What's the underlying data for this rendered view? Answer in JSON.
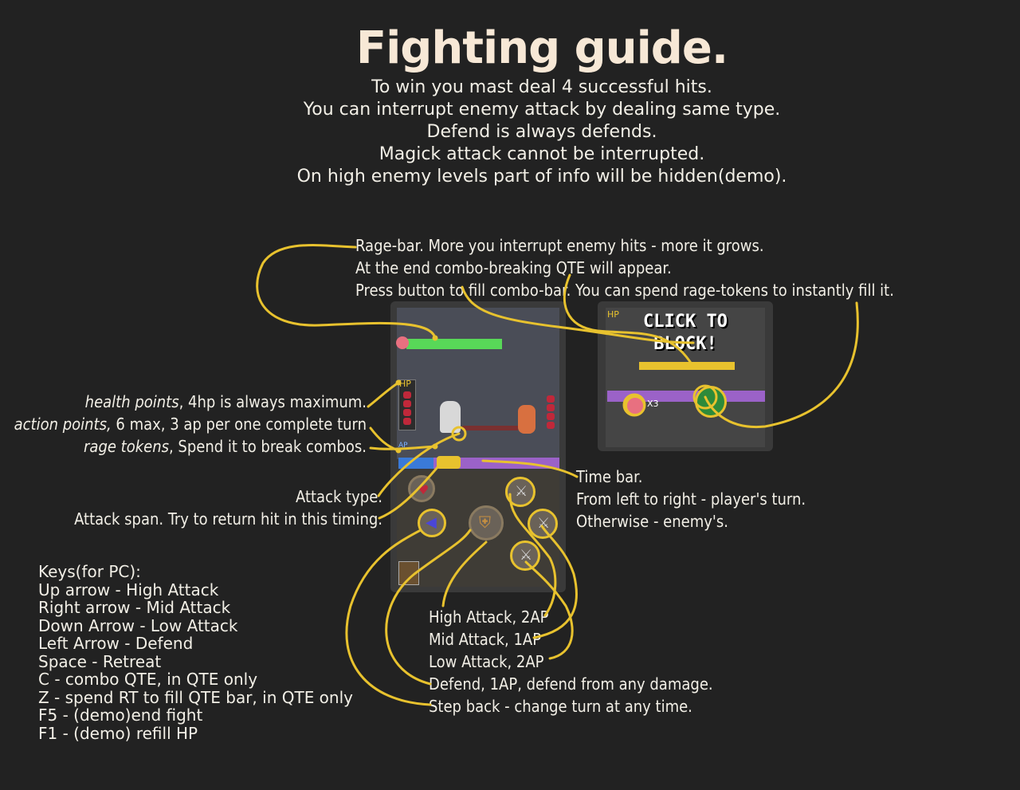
{
  "title": "Fighting guide.",
  "intro": [
    "To win you mast deal 4 successful hits.",
    "You can interrupt enemy attack by dealing same type.",
    "Defend is always defends.",
    "Magick attack cannot be interrupted.",
    "On high enemy levels part of info will be hidden(demo)."
  ],
  "rage": {
    "line1": "Rage-bar. More you interrupt enemy hits - more it grows.",
    "line2": "At the end combo-breaking QTE will appear.",
    "line3": "Press button to fill combo-bar. You can spend rage-tokens to instantly fill it."
  },
  "stats": {
    "hp_em": "health points",
    "hp_rest": ", 4hp is always maximum.",
    "ap_em": "action points,",
    "ap_rest": " 6 max, 3 ap per one complete turn",
    "rt_em": "rage tokens",
    "rt_rest": ", Spend it to break combos."
  },
  "attack": {
    "type": "Attack type.",
    "span": "Attack span. Try to return hit in this timing."
  },
  "time": {
    "line1": "Time bar.",
    "line2": "From left to right - player's turn.",
    "line3": "Otherwise - enemy's."
  },
  "actions": [
    "High Attack, 2AP",
    "Mid Attack, 1AP",
    "Low Attack, 2AP",
    "Defend, 1AP, defend from any damage.",
    "Step back - change turn at any time."
  ],
  "keys": [
    "Keys(for PC):",
    "Up arrow - High Attack",
    "Right arrow - Mid Attack",
    "Down Arrow - Low Attack",
    "Left Arrow - Defend",
    "Space - Retreat",
    "C - combo QTE, in QTE only",
    "Z - spend RT to fill QTE bar, in QTE only",
    "F5 -  (demo)end fight",
    "F1 - (demo) refill HP"
  ],
  "game_screen": {
    "hp_label": "HP",
    "ap_label": "AP"
  },
  "qte_screen": {
    "click_line1": "CLICK TO",
    "click_line2": "BLOCK!",
    "token_count": "X3",
    "hp_label": "HP"
  },
  "colors": {
    "background": "#222222",
    "callout_line": "#e8c22e",
    "rage_bar": "#58d858",
    "time_bar": "#9b62c8",
    "heart": "#c0283a"
  },
  "icons": {
    "high_attack": "sword-up-icon",
    "mid_attack": "sword-right-icon",
    "low_attack": "sword-down-icon",
    "defend": "shield-icon",
    "step_back": "arrow-left-icon",
    "potion": "heart-potion-icon",
    "bag": "bag-icon"
  }
}
